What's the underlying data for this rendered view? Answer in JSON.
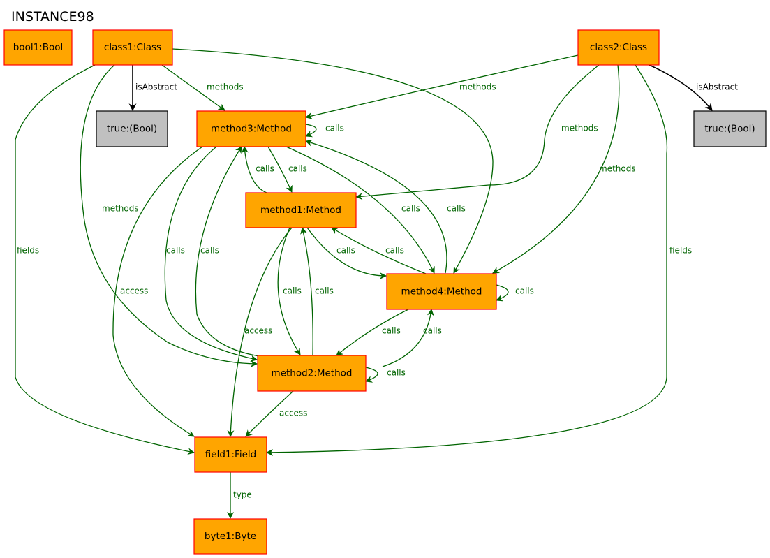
{
  "title": "INSTANCE98",
  "colors": {
    "object_fill": "#ffa500",
    "object_border": "#ff0000",
    "value_fill": "#c0c0c0",
    "value_border": "#000000",
    "reference_edge": "#006400",
    "attribute_edge": "#000000"
  },
  "nodes": {
    "bool1": {
      "label": "bool1:Bool",
      "kind": "object"
    },
    "class1": {
      "label": "class1:Class",
      "kind": "object"
    },
    "class2": {
      "label": "class2:Class",
      "kind": "object"
    },
    "true1": {
      "label": "true:(Bool)",
      "kind": "value"
    },
    "true2": {
      "label": "true:(Bool)",
      "kind": "value"
    },
    "method3": {
      "label": "method3:Method",
      "kind": "object"
    },
    "method1": {
      "label": "method1:Method",
      "kind": "object"
    },
    "method4": {
      "label": "method4:Method",
      "kind": "object"
    },
    "method2": {
      "label": "method2:Method",
      "kind": "object"
    },
    "field1": {
      "label": "field1:Field",
      "kind": "object"
    },
    "byte1": {
      "label": "byte1:Byte",
      "kind": "object"
    }
  },
  "edges": [
    {
      "from": "class1",
      "to": "true1",
      "label": "isAbstract",
      "kind": "attribute"
    },
    {
      "from": "class1",
      "to": "method3",
      "label": "methods",
      "kind": "reference"
    },
    {
      "from": "class1",
      "to": "method2",
      "label": "methods",
      "kind": "reference"
    },
    {
      "from": "class1",
      "to": "method4",
      "label": "",
      "kind": "reference"
    },
    {
      "from": "class1",
      "to": "field1",
      "label": "fields",
      "kind": "reference"
    },
    {
      "from": "class2",
      "to": "true2",
      "label": "isAbstract",
      "kind": "attribute"
    },
    {
      "from": "class2",
      "to": "method3",
      "label": "methods",
      "kind": "reference"
    },
    {
      "from": "class2",
      "to": "method1",
      "label": "methods",
      "kind": "reference"
    },
    {
      "from": "class2",
      "to": "method4",
      "label": "methods",
      "kind": "reference"
    },
    {
      "from": "class2",
      "to": "field1",
      "label": "fields",
      "kind": "reference"
    },
    {
      "from": "method3",
      "to": "method3",
      "label": "calls",
      "kind": "reference"
    },
    {
      "from": "method3",
      "to": "method1",
      "label": "calls",
      "kind": "reference"
    },
    {
      "from": "method1",
      "to": "method3",
      "label": "calls",
      "kind": "reference"
    },
    {
      "from": "method3",
      "to": "method4",
      "label": "calls",
      "kind": "reference"
    },
    {
      "from": "method4",
      "to": "method3",
      "label": "calls",
      "kind": "reference"
    },
    {
      "from": "method3",
      "to": "method2",
      "label": "calls",
      "kind": "reference"
    },
    {
      "from": "method2",
      "to": "method3",
      "label": "calls",
      "kind": "reference"
    },
    {
      "from": "method3",
      "to": "field1",
      "label": "access",
      "kind": "reference"
    },
    {
      "from": "method1",
      "to": "method4",
      "label": "calls",
      "kind": "reference"
    },
    {
      "from": "method4",
      "to": "method1",
      "label": "calls",
      "kind": "reference"
    },
    {
      "from": "method1",
      "to": "method2",
      "label": "calls",
      "kind": "reference"
    },
    {
      "from": "method2",
      "to": "method1",
      "label": "calls",
      "kind": "reference"
    },
    {
      "from": "method1",
      "to": "field1",
      "label": "access",
      "kind": "reference"
    },
    {
      "from": "method4",
      "to": "method4",
      "label": "calls",
      "kind": "reference"
    },
    {
      "from": "method4",
      "to": "method2",
      "label": "calls",
      "kind": "reference"
    },
    {
      "from": "method2",
      "to": "method4",
      "label": "calls",
      "kind": "reference"
    },
    {
      "from": "method2",
      "to": "method2",
      "label": "calls",
      "kind": "reference"
    },
    {
      "from": "method2",
      "to": "field1",
      "label": "access",
      "kind": "reference"
    },
    {
      "from": "field1",
      "to": "byte1",
      "label": "type",
      "kind": "reference"
    }
  ]
}
